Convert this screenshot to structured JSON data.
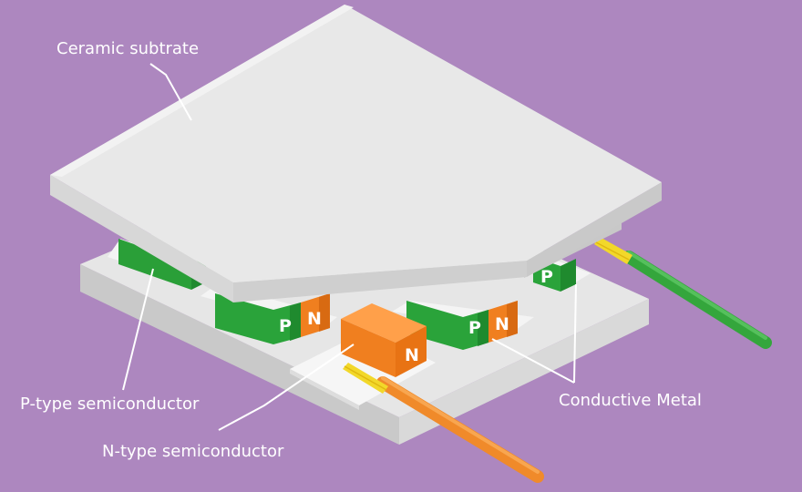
{
  "labels": {
    "ceramic": "Ceramic subtrate",
    "p_type": "P-type semiconductor",
    "n_type": "N-type semiconductor",
    "conductive": "Conductive Metal"
  },
  "legs": {
    "p": "P",
    "n": "N"
  },
  "colors": {
    "background": "#ad87bf",
    "ceramic_top": "#e8e8e8",
    "ceramic_side": "#cfcfcf",
    "p_type": "#2aa33a",
    "n_type": "#f07f1f",
    "wire_green": "#34a63c",
    "wire_orange": "#f08a2a",
    "wire_core": "#f2d82a"
  }
}
